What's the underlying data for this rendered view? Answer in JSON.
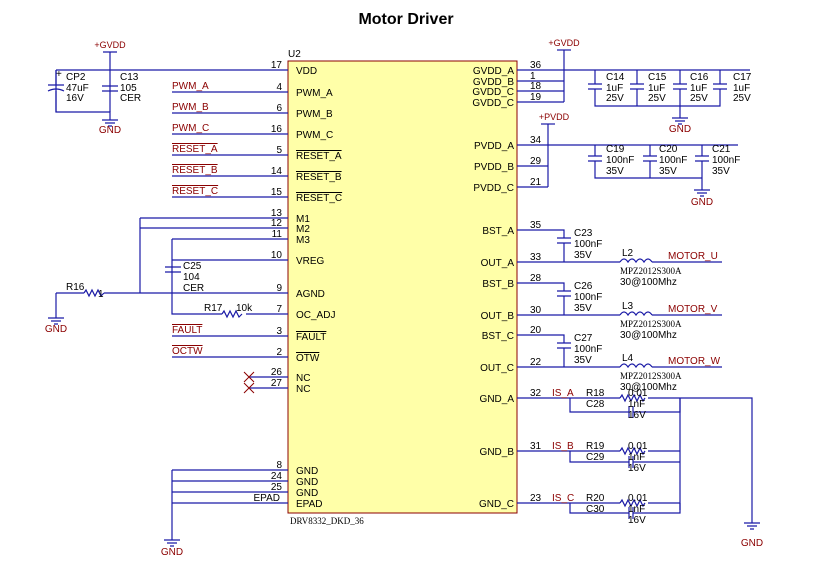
{
  "title": "Motor Driver",
  "ic": {
    "ref": "U2",
    "part": "DRV8332_DKD_36",
    "left_pins": [
      {
        "num": "17",
        "name": "VDD"
      },
      {
        "num": "4",
        "name": "PWM_A"
      },
      {
        "num": "6",
        "name": "PWM_B"
      },
      {
        "num": "16",
        "name": "PWM_C"
      },
      {
        "num": "5",
        "name": "RESET_A"
      },
      {
        "num": "14",
        "name": "RESET_B"
      },
      {
        "num": "15",
        "name": "RESET_C"
      },
      {
        "num": "13",
        "name": "M1"
      },
      {
        "num": "12",
        "name": "M2"
      },
      {
        "num": "11",
        "name": "M3"
      },
      {
        "num": "10",
        "name": "VREG"
      },
      {
        "num": "9",
        "name": "AGND"
      },
      {
        "num": "7",
        "name": "OC_ADJ"
      },
      {
        "num": "3",
        "name": "FAULT"
      },
      {
        "num": "2",
        "name": "OTW"
      },
      {
        "num": "26",
        "name": "NC"
      },
      {
        "num": "27",
        "name": "NC"
      },
      {
        "num": "8",
        "name": "GND"
      },
      {
        "num": "24",
        "name": "GND"
      },
      {
        "num": "25",
        "name": "GND"
      },
      {
        "num": "EPAD",
        "name": "EPAD"
      }
    ],
    "right_pins": [
      {
        "num": "36",
        "name": "GVDD_A"
      },
      {
        "num": "1",
        "name": "GVDD_B"
      },
      {
        "num": "18",
        "name": "GVDD_C"
      },
      {
        "num": "19",
        "name": "GVDD_C"
      },
      {
        "num": "34",
        "name": "PVDD_A"
      },
      {
        "num": "29",
        "name": "PVDD_B"
      },
      {
        "num": "21",
        "name": "PVDD_C"
      },
      {
        "num": "35",
        "name": "BST_A"
      },
      {
        "num": "33",
        "name": "OUT_A"
      },
      {
        "num": "28",
        "name": "BST_B"
      },
      {
        "num": "30",
        "name": "OUT_B"
      },
      {
        "num": "20",
        "name": "BST_C"
      },
      {
        "num": "22",
        "name": "OUT_C"
      },
      {
        "num": "32",
        "name": "GND_A"
      },
      {
        "num": "31",
        "name": "GND_B"
      },
      {
        "num": "23",
        "name": "GND_C"
      }
    ]
  },
  "nets": {
    "pwm_a": "PWM_A",
    "pwm_b": "PWM_B",
    "pwm_c": "PWM_C",
    "reset_a": "RESET_A",
    "reset_b": "RESET_B",
    "reset_c": "RESET_C",
    "fault": "FAULT",
    "otw": "OCTW",
    "motor_u": "MOTOR_U",
    "motor_v": "MOTOR_V",
    "motor_w": "MOTOR_W",
    "is_a": "IS_A",
    "is_b": "IS_B",
    "is_c": "IS_C"
  },
  "power": {
    "gvdd": "+GVDD",
    "pvdd": "+PVDD",
    "gnd": "GND"
  },
  "components": {
    "cp2": {
      "ref": "CP2",
      "v1": "47uF",
      "v2": "16V"
    },
    "c13": {
      "ref": "C13",
      "v1": "105",
      "v2": "CER"
    },
    "c14": {
      "ref": "C14",
      "v1": "1uF",
      "v2": "25V"
    },
    "c15": {
      "ref": "C15",
      "v1": "1uF",
      "v2": "25V"
    },
    "c16": {
      "ref": "C16",
      "v1": "1uF",
      "v2": "25V"
    },
    "c17": {
      "ref": "C17",
      "v1": "1uF",
      "v2": "25V"
    },
    "c19": {
      "ref": "C19",
      "v1": "100nF",
      "v2": "35V"
    },
    "c20": {
      "ref": "C20",
      "v1": "100nF",
      "v2": "35V"
    },
    "c21": {
      "ref": "C21",
      "v1": "100nF",
      "v2": "35V"
    },
    "c23": {
      "ref": "C23",
      "v1": "100nF",
      "v2": "35V"
    },
    "c26": {
      "ref": "C26",
      "v1": "100nF",
      "v2": "35V"
    },
    "c27": {
      "ref": "C27",
      "v1": "100nF",
      "v2": "35V"
    },
    "c25": {
      "ref": "C25",
      "v1": "104",
      "v2": "CER"
    },
    "r16": {
      "ref": "R16",
      "v1": "1"
    },
    "r17": {
      "ref": "R17",
      "v1": "10k"
    },
    "l2": {
      "ref": "L2",
      "v1": "MPZ2012S300A",
      "v2": "30@100Mhz"
    },
    "l3": {
      "ref": "L3",
      "v1": "MPZ2012S300A",
      "v2": "30@100Mhz"
    },
    "l4": {
      "ref": "L4",
      "v1": "MPZ2012S300A",
      "v2": "30@100Mhz"
    },
    "r18": {
      "ref": "R18",
      "v1": "0.01"
    },
    "r19": {
      "ref": "R19",
      "v1": "0.01"
    },
    "r20": {
      "ref": "R20",
      "v1": "0.01"
    },
    "c28": {
      "ref": "C28",
      "v1": "1nF",
      "v2": "16V"
    },
    "c29": {
      "ref": "C29",
      "v1": "1nF",
      "v2": "16V"
    },
    "c30": {
      "ref": "C30",
      "v1": "1nF",
      "v2": "16V"
    }
  },
  "colors": {
    "wire": "#1a1aa6",
    "net": "#8b0000",
    "ic_fill": "#ffffa8",
    "ic_border": "#8b0000"
  }
}
